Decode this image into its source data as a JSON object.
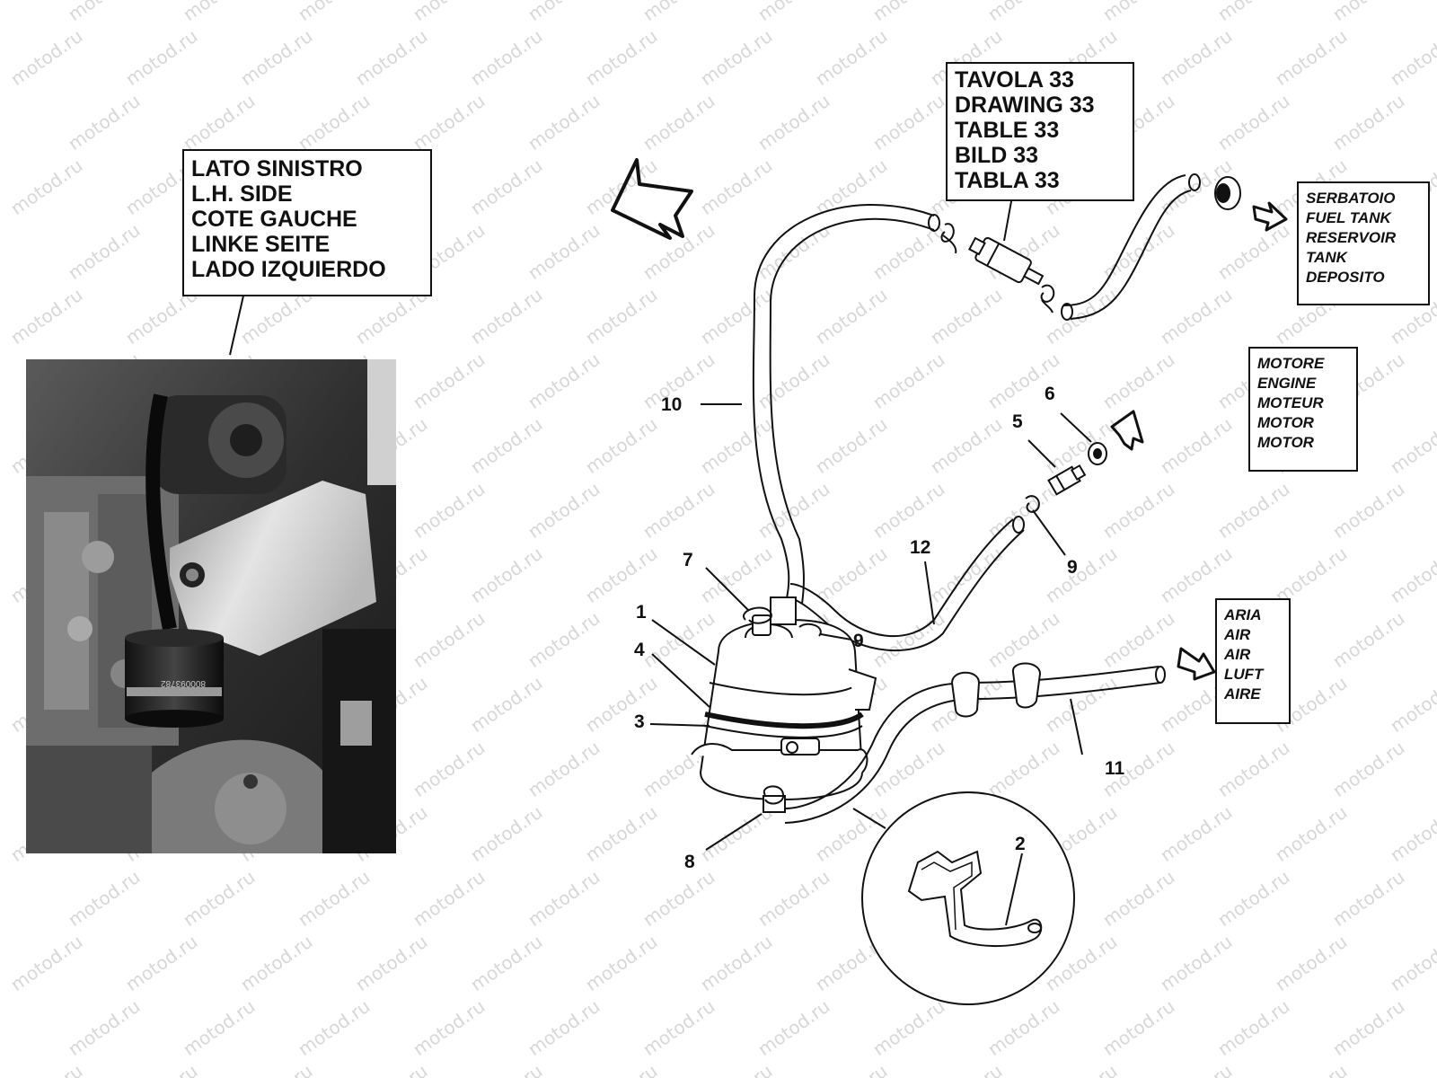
{
  "watermark": "motod.ru",
  "side_label": [
    "LATO SINISTRO",
    "L.H. SIDE",
    "COTE GAUCHE",
    "LINKE SEITE",
    "LADO IZQUIERDO"
  ],
  "drawing_label": [
    "TAVOLA 33",
    "DRAWING 33",
    "TABLE 33",
    "BILD 33",
    "TABLA 33"
  ],
  "fuel_tank_label": [
    "SERBATOIO",
    "FUEL TANK",
    "RESERVOIR",
    "TANK",
    "DEPOSITO"
  ],
  "engine_label": [
    "MOTORE",
    "ENGINE",
    "MOTEUR",
    "MOTOR",
    "MOTOR"
  ],
  "air_label": [
    "ARIA",
    "AIR",
    "AIR",
    "LUFT",
    "AIRE"
  ],
  "photo_part_code": "800093782",
  "callouts": {
    "c1": "1",
    "c2": "2",
    "c3": "3",
    "c4": "4",
    "c5": "5",
    "c6": "6",
    "c7": "7",
    "c8": "8",
    "c9a": "9",
    "c9b": "9",
    "c10": "10",
    "c11": "11",
    "c12": "12"
  }
}
